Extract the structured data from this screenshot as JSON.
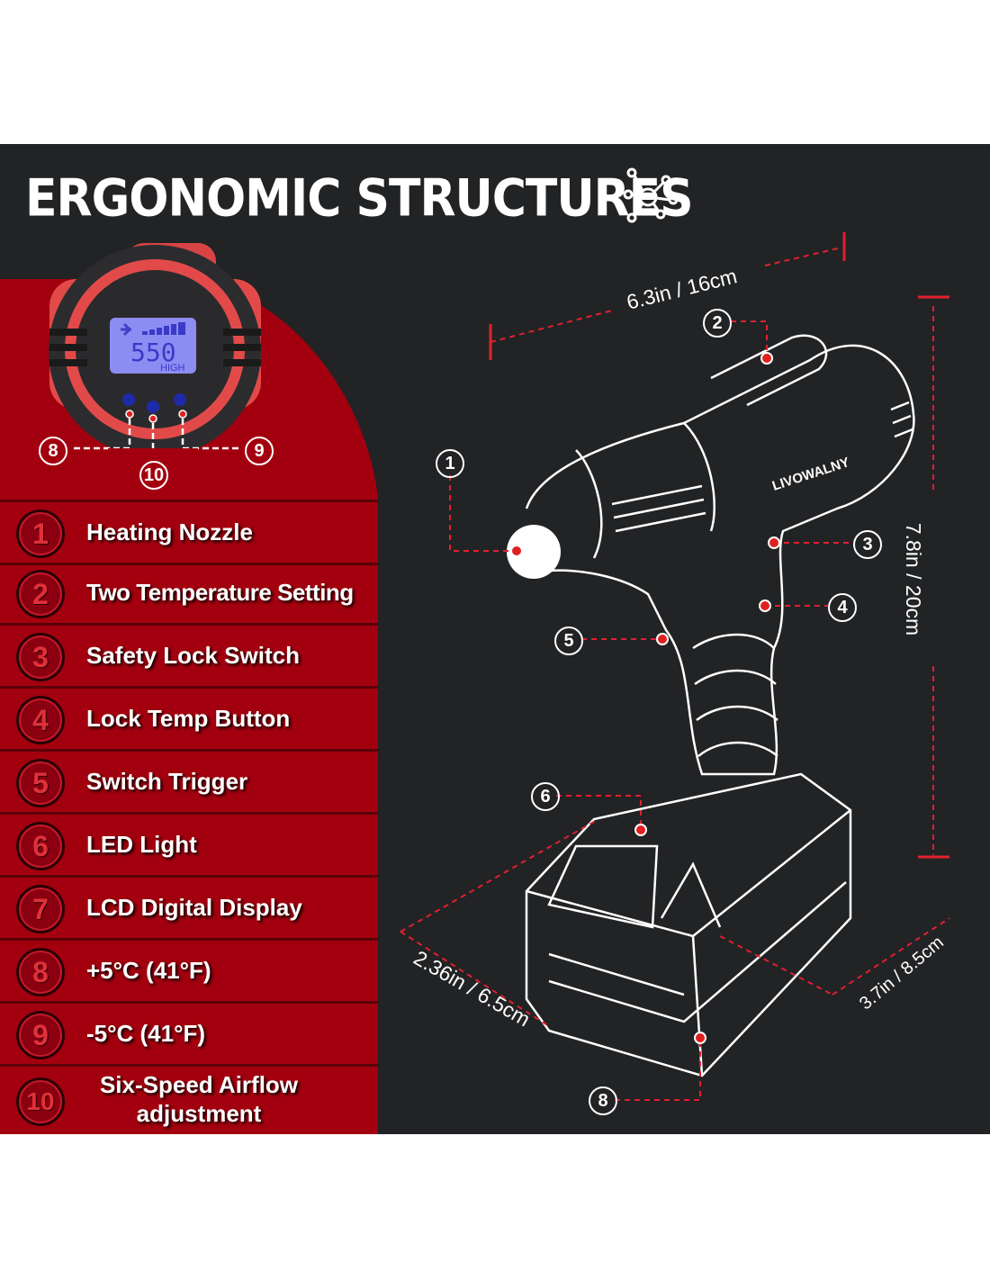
{
  "title": "ERGONOMIC STRUCTURES",
  "features": [
    {
      "num": "1",
      "label": "Heating Nozzle"
    },
    {
      "num": "2",
      "label": "Two Temperature Setting"
    },
    {
      "num": "3",
      "label": "Safety Lock Switch"
    },
    {
      "num": "4",
      "label": "Lock Temp Button"
    },
    {
      "num": "5",
      "label": "Switch Trigger"
    },
    {
      "num": "6",
      "label": "LED Light"
    },
    {
      "num": "7",
      "label": "LCD Digital Display"
    },
    {
      "num": "8",
      "label": "+5°C (41°F)"
    },
    {
      "num": "9",
      "label": "-5°C (41°F)"
    },
    {
      "num": "10",
      "label": "Six-Speed Airflow adjustment"
    }
  ],
  "display": {
    "value": "550",
    "mode": "HIGH"
  },
  "brand": "LIVOWALNY",
  "dimensions": {
    "width": "6.3in / 16cm",
    "height": "7.8in / 20cm",
    "battery_depth": "2.36in / 6.5cm",
    "battery_width": "3.7in / 8.5cm"
  },
  "callouts": [
    "1",
    "2",
    "3",
    "4",
    "5",
    "6",
    "8",
    "8",
    "9",
    "10"
  ],
  "colors": {
    "panel": "#222325",
    "red": "#a3000f",
    "accent": "#e0202e"
  }
}
